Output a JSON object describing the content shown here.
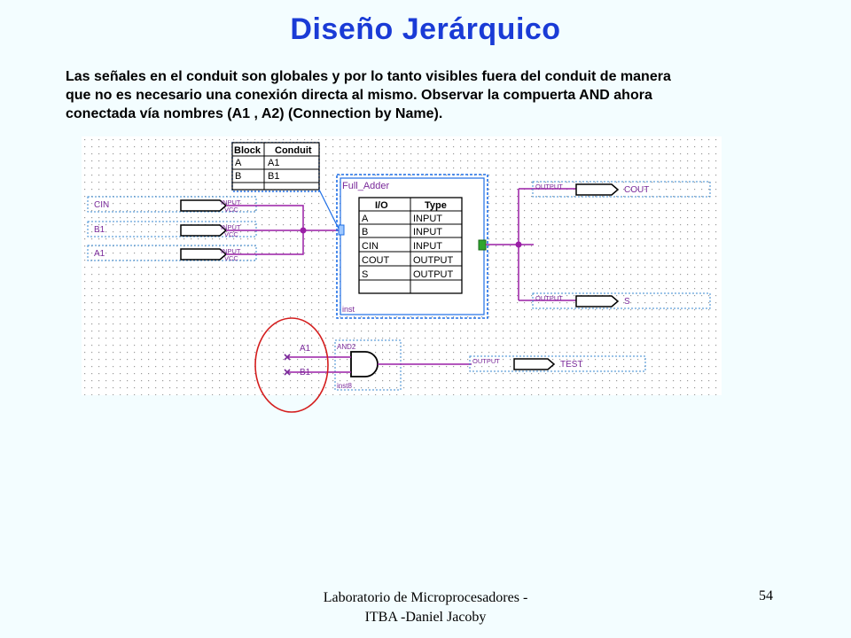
{
  "slide": {
    "title": "Diseño Jerárquico",
    "paragraph_lines": [
      "Las señales en el conduit son globales y por lo tanto visibles fuera del conduit de manera",
      "que no es necesario una conexión directa al mismo. Observar la compuerta AND ahora",
      "conectada vía nombres (A1 , A2) (Connection by Name)."
    ],
    "footer_lines": [
      "Laboratorio de Microprocesadores -",
      "ITBA -Daniel Jacoby"
    ],
    "page_number": "54"
  },
  "schematic": {
    "conduit_table": {
      "headers": [
        "Block",
        "Conduit"
      ],
      "rows": [
        [
          "A",
          "A1"
        ],
        [
          "B",
          "B1"
        ],
        [
          "",
          ""
        ]
      ]
    },
    "full_adder": {
      "name": "Full_Adder",
      "instance": "inst",
      "headers": [
        "I/O",
        "Type"
      ],
      "rows": [
        [
          "A",
          "INPUT"
        ],
        [
          "B",
          "INPUT"
        ],
        [
          "CIN",
          "INPUT"
        ],
        [
          "COUT",
          "OUTPUT"
        ],
        [
          "S",
          "OUTPUT"
        ],
        [
          "",
          ""
        ]
      ]
    },
    "inputs": [
      {
        "name": "CIN",
        "type": "INPUT",
        "default": "VCC"
      },
      {
        "name": "B1",
        "type": "INPUT",
        "default": "VCC"
      },
      {
        "name": "A1",
        "type": "INPUT",
        "default": "VCC"
      }
    ],
    "outputs": [
      {
        "name": "COUT",
        "type": "OUTPUT"
      },
      {
        "name": "S",
        "type": "OUTPUT"
      },
      {
        "name": "TEST",
        "type": "OUTPUT"
      }
    ],
    "and_gate": {
      "type": "AND2",
      "instance": "inst8",
      "net_labels": [
        "A1",
        "B1"
      ]
    },
    "colors": {
      "wire": "#9a1fa6",
      "text": "#7a2a9a",
      "box_dotted": "#3a8ad0",
      "selection": "#1e6ee6",
      "grid": "#9a9a9a",
      "highlight_circle": "#d41e1e",
      "title": "#1a3bd6"
    }
  }
}
